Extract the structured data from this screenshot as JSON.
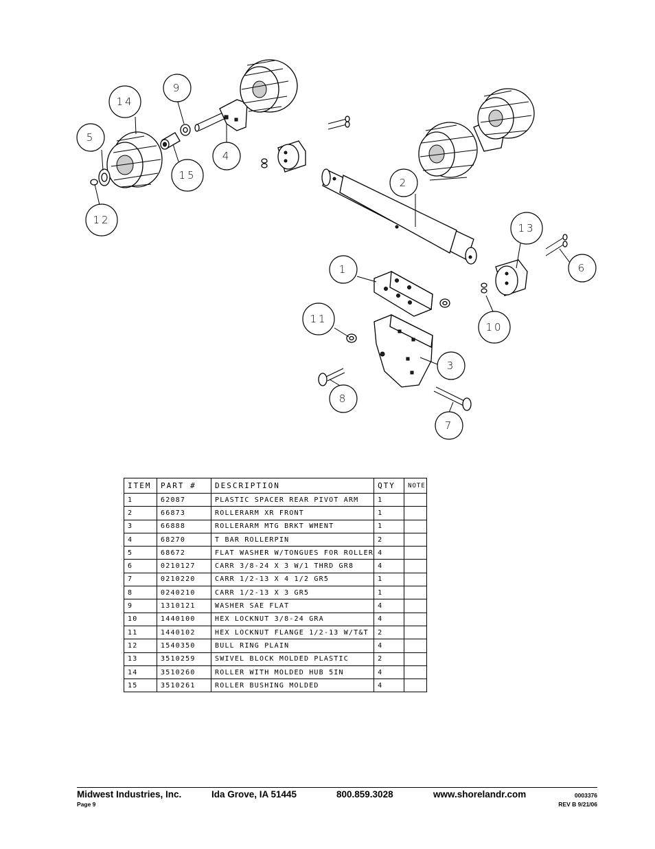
{
  "callouts": [
    "1",
    "2",
    "3",
    "4",
    "5",
    "6",
    "7",
    "8",
    "9",
    "10",
    "11",
    "12",
    "13",
    "14",
    "15"
  ],
  "table": {
    "headers": [
      "ITEM",
      "PART #",
      "DESCRIPTION",
      "QTY",
      "NOTE"
    ],
    "rows": [
      [
        "1",
        "62087",
        "PLASTIC SPACER REAR PIVOT ARM",
        "1",
        ""
      ],
      [
        "2",
        "66873",
        "ROLLERARM XR FRONT",
        "1",
        ""
      ],
      [
        "3",
        "66888",
        "ROLLERARM MTG BRKT WMENT",
        "1",
        ""
      ],
      [
        "4",
        "68270",
        "T BAR ROLLERPIN",
        "2",
        ""
      ],
      [
        "5",
        "68672",
        "FLAT WASHER W/TONGUES FOR ROLLER",
        "4",
        ""
      ],
      [
        "6",
        "0210127",
        "CARR 3/8-24 X 3 W/1 THRD GR8",
        "4",
        ""
      ],
      [
        "7",
        "0210220",
        "CARR 1/2-13 X 4 1/2 GR5",
        "1",
        ""
      ],
      [
        "8",
        "0240210",
        "CARR 1/2-13 X 3 GR5",
        "1",
        ""
      ],
      [
        "9",
        "1310121",
        "WASHER SAE FLAT",
        "4",
        ""
      ],
      [
        "10",
        "1440100",
        "HEX LOCKNUT 3/8-24 GRA",
        "4",
        ""
      ],
      [
        "11",
        "1440102",
        "HEX LOCKNUT FLANGE 1/2-13 W/T&T",
        "2",
        ""
      ],
      [
        "12",
        "1540350",
        "BULL RING PLAIN",
        "4",
        ""
      ],
      [
        "13",
        "3510259",
        "SWIVEL BLOCK MOLDED PLASTIC",
        "2",
        ""
      ],
      [
        "14",
        "3510260",
        "ROLLER WITH MOLDED HUB  5IN",
        "4",
        ""
      ],
      [
        "15",
        "3510261",
        "ROLLER BUSHING MOLDED",
        "4",
        ""
      ]
    ]
  },
  "footer": {
    "company": "Midwest Industries, Inc.",
    "city": "Ida Grove, IA  51445",
    "phone": "800.859.3028",
    "website": "www.shorelandr.com",
    "doc_number": "0003376",
    "page": "Page 9",
    "revision": "REV B  9/21/06"
  }
}
